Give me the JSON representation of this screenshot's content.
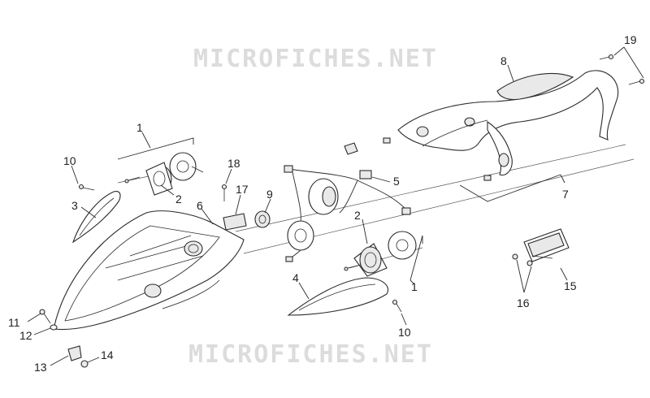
{
  "watermark": {
    "text": "MICROFICHES.NET"
  },
  "callouts": [
    {
      "id": "c1a",
      "label": "1"
    },
    {
      "id": "c1b",
      "label": "1"
    },
    {
      "id": "c2a",
      "label": "2"
    },
    {
      "id": "c2b",
      "label": "2"
    },
    {
      "id": "c3",
      "label": "3"
    },
    {
      "id": "c4",
      "label": "4"
    },
    {
      "id": "c5",
      "label": "5"
    },
    {
      "id": "c6",
      "label": "6"
    },
    {
      "id": "c7",
      "label": "7"
    },
    {
      "id": "c8",
      "label": "8"
    },
    {
      "id": "c9",
      "label": "9"
    },
    {
      "id": "c10a",
      "label": "10"
    },
    {
      "id": "c10b",
      "label": "10"
    },
    {
      "id": "c11",
      "label": "11"
    },
    {
      "id": "c12",
      "label": "12"
    },
    {
      "id": "c13",
      "label": "13"
    },
    {
      "id": "c14",
      "label": "14"
    },
    {
      "id": "c15",
      "label": "15"
    },
    {
      "id": "c16",
      "label": "16"
    },
    {
      "id": "c17",
      "label": "17"
    },
    {
      "id": "c18",
      "label": "18"
    },
    {
      "id": "c19",
      "label": "19"
    }
  ]
}
